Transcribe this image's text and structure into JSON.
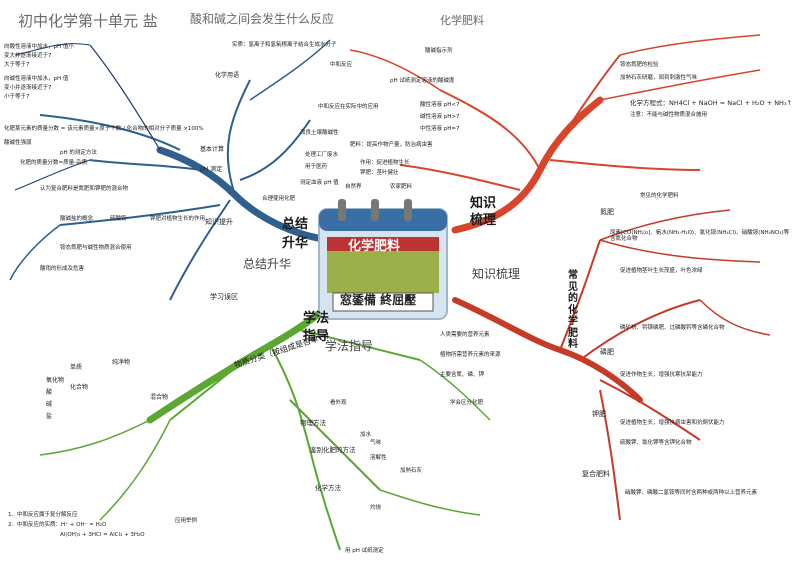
{
  "header": {
    "title": "初中化学第十单元 盐",
    "subtitle": "酸和碱之间会发生什么反应",
    "extra": "化学肥料"
  },
  "center": {
    "banner": "化学肥料",
    "plate": "窓鋈備  終屈壓"
  },
  "branches": {
    "summary": "总结",
    "promotion": "升华",
    "summary_promotion": "总结升华",
    "knowledge": "知识",
    "review": "梳理",
    "knowledge_review": "知识梳理",
    "method": "学法",
    "guide": "指导",
    "method_guide": "学法指导",
    "common": "常见的化学肥料",
    "class_discovery": "物质分类（按组成是否单一）"
  },
  "colors": {
    "blue": "#2f5f8f",
    "red": "#d9452b",
    "green": "#5aa832",
    "navy": "#1e3c6e",
    "brown": "#8a4b2a"
  },
  "texts": {
    "a1": "向酸性溶液中加水，pH 值小",
    "a2": "变大并逐渐接近于7",
    "a3": "大于等于7",
    "a4": "向碱性溶液中加水，pH 值",
    "a5": "变小并逐渐接近于7",
    "a6": "小于等于7",
    "a7": "实质：氢离子和氢氧根离子结合生成水分子",
    "a8": "化肥某元素的质量分数 = 该元素质量×原子个数 / 化合物的相对分子质量 ×100%",
    "a9": "酸碱性强弱",
    "a10": "pH 的测定方法",
    "a11": "化肥的质量分数=质量-杂质",
    "a12": "基本计算",
    "a13": "pH 测定",
    "a14": "学习误区",
    "a15": "化学用语",
    "a16": "知识提升",
    "a17": "酸碱盐的概念",
    "a18": "硫酸铵",
    "a19": "钾肥对植物生长的作用",
    "a20": "铵态氮肥与碱性物质混合使用",
    "a21": "认为复合肥料是氮肥和钾肥的混合物",
    "a22": "酸雨的形成及危害",
    "b1": "酸碱指示剂",
    "b2": "pH 试纸测定溶液的酸碱度",
    "b3": "中和反应",
    "b4": "中和反应在实际中的应用",
    "b5": "改良土壤酸碱性",
    "b6": "处理工厂废水",
    "b7": "用于医药",
    "b8": "测定血液 pH 值",
    "b9": "合理使用化肥",
    "b10": "酸性溶液 pH<7",
    "b11": "碱性溶液 pH>7",
    "b12": "中性溶液 pH=7",
    "b13": "肥料：提高作物产量，防治病虫害",
    "b14": "作用：促进植物生长",
    "b15": "钾肥：茎叶健壮",
    "b16": "自然界",
    "b17": "农家肥料",
    "c1": "氮肥",
    "c2": "磷肥",
    "c3": "钾肥",
    "c4": "复合肥料",
    "c5": "常见的化学肥料",
    "c6": "尿素[CO(NH₂)₂]、氨水(NH₃·H₂O)、氯化铵(NH₄Cl)、硝酸铵(NH₄NO₃)等含氮化合物",
    "c7": "磷矿粉、钙镁磷肥、过磷酸钙等含磷化合物",
    "c8": "硫酸钾、氯化钾等含钾化合物",
    "c9": "硝酸钾、磷酸二氢铵等同时含两种或两种以上营养元素",
    "c10": "促进植物茎叶生长茂盛，叶色浓绿",
    "c11": "促进作物生长，增强抗寒抗旱能力",
    "c12": "促进植物生长，增强抗病虫害和抗倒伏能力",
    "c13": "化学方程式：NH4Cl + NaOH = NaCl + H₂O + NH₃↑",
    "c14": "注意：不能与碱性物质混合施用",
    "c15": "铵态氮肥的检验",
    "c16": "加熟石灰研磨，闻到刺激性气味",
    "d1": "纯净物",
    "d2": "化合物",
    "d3": "酸",
    "d4": "碱",
    "d5": "盐",
    "d6": "氧化物",
    "d7": "混合物",
    "d8": "单质",
    "d9": "鉴别化肥的方法",
    "d10": "看外观",
    "d11": "加水",
    "d12": "加熟石灰",
    "d13": "化学方法",
    "d14": "物理方法",
    "d15": "灼烧",
    "d16": "溶解性",
    "d17": "气味",
    "d18": "用 pH 试纸测定",
    "d19": "人类需要的营养元素",
    "d20": "植物所需营养元素的来源",
    "d21": "主要含氮、磷、钾",
    "d22": "学会区分化肥",
    "d23": "1．中和反应属于复分解反应",
    "d24": "2．中和反应的实质：H⁺ + OH⁻ = H₂O",
    "d25": "应用举例",
    "d26": "Al(OH)₃ + 3HCl = AlCl₃ + 3H₂O"
  }
}
